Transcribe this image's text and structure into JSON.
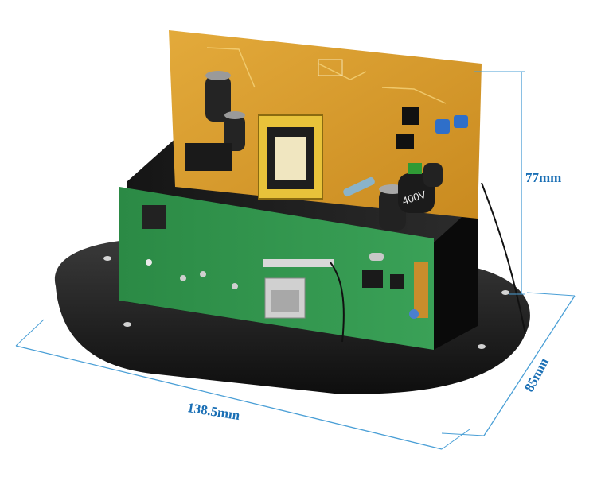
{
  "dimensions": {
    "height": "77mm",
    "length": "138.5mm",
    "depth": "85mm"
  },
  "colors": {
    "dimension_line": "#4a9fd6",
    "dimension_text": "#1a6fb5",
    "power_board": "#d89a2a",
    "control_board": "#2f8f4a",
    "base_plate": "#1c1c1c"
  },
  "components": {
    "capacitor_main": "400V"
  }
}
